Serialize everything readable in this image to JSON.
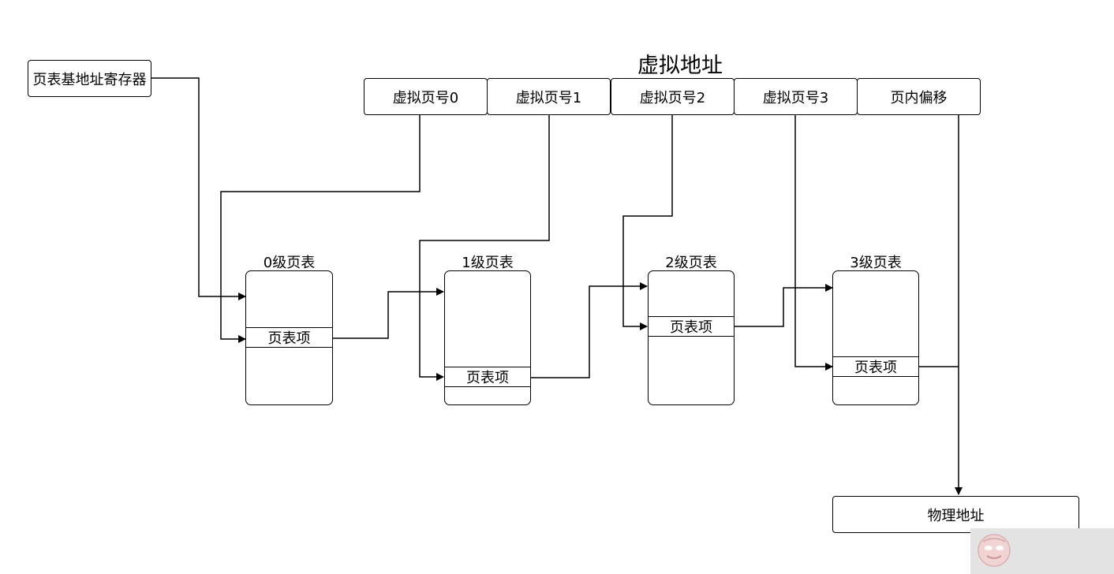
{
  "register": {
    "label": "页表基地址寄存器"
  },
  "virtual_address": {
    "title": "虚拟地址",
    "fields": [
      "虚拟页号0",
      "虚拟页号1",
      "虚拟页号2",
      "虚拟页号3",
      "页内偏移"
    ]
  },
  "page_tables": [
    {
      "title": "0级页表",
      "entry_label": "页表项"
    },
    {
      "title": "1级页表",
      "entry_label": "页表项"
    },
    {
      "title": "2级页表",
      "entry_label": "页表项"
    },
    {
      "title": "3级页表",
      "entry_label": "页表项"
    }
  ],
  "physical_address": {
    "label": "物理地址"
  }
}
